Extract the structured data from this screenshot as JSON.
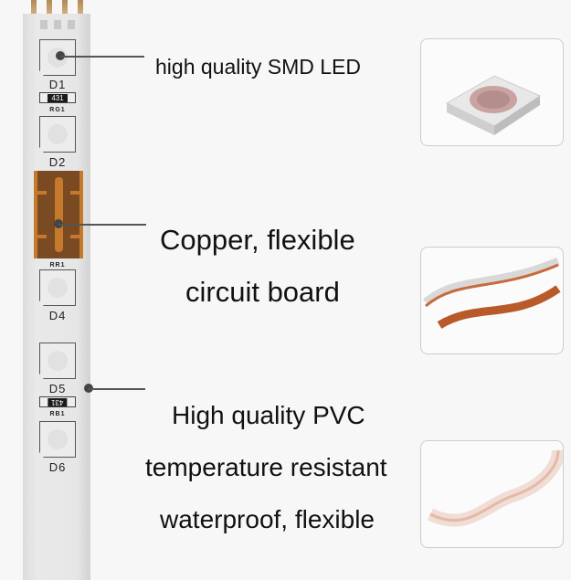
{
  "strip": {
    "components": [
      "D1",
      "RG1",
      "D2",
      "RR1",
      "D4",
      "D5",
      "RB1",
      "D6"
    ],
    "resistor_value": "431"
  },
  "callouts": {
    "led": "high quality SMD LED",
    "pcb_line1": "Copper, flexible",
    "pcb_line2": "circuit board",
    "pvc_line1": "High quality PVC",
    "pvc_line2": "temperature resistant",
    "pvc_line3": "waterproof, flexible"
  }
}
